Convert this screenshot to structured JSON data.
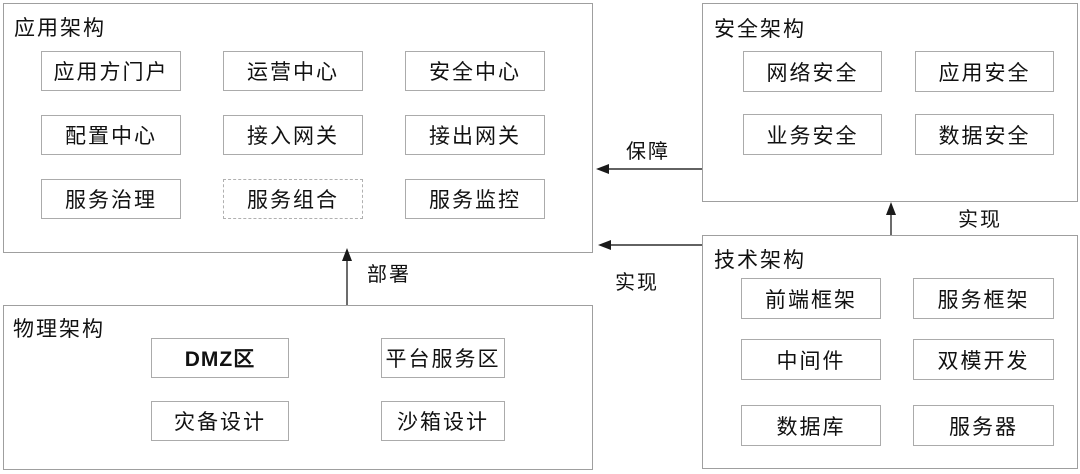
{
  "panels": {
    "application": {
      "title": "应用架构",
      "items": [
        "应用方门户",
        "运营中心",
        "安全中心",
        "配置中心",
        "接入网关",
        "接出网关",
        "服务治理",
        "服务组合",
        "服务监控"
      ]
    },
    "security": {
      "title": "安全架构",
      "items": [
        "网络安全",
        "应用安全",
        "业务安全",
        "数据安全"
      ]
    },
    "technology": {
      "title": "技术架构",
      "items": [
        "前端框架",
        "服务框架",
        "中间件",
        "双模开发",
        "数据库",
        "服务器"
      ]
    },
    "physical": {
      "title": "物理架构",
      "items": [
        "DMZ区",
        "平台服务区",
        "灾备设计",
        "沙箱设计"
      ]
    }
  },
  "arrows": {
    "guarantee": {
      "label": "保障",
      "from": "security",
      "to": "application",
      "direction": "left"
    },
    "realize_security": {
      "label": "实现",
      "from": "technology",
      "to": "security",
      "direction": "up"
    },
    "realize_application": {
      "label": "实现",
      "from": "technology",
      "to": "application",
      "direction": "left"
    },
    "deploy": {
      "label": "部署",
      "from": "physical",
      "to": "application",
      "direction": "up"
    }
  },
  "colors": {
    "panel_border": "#9f9f9f",
    "node_border": "#ababab",
    "text": "#111111",
    "arrow": "#2e2e2e"
  }
}
